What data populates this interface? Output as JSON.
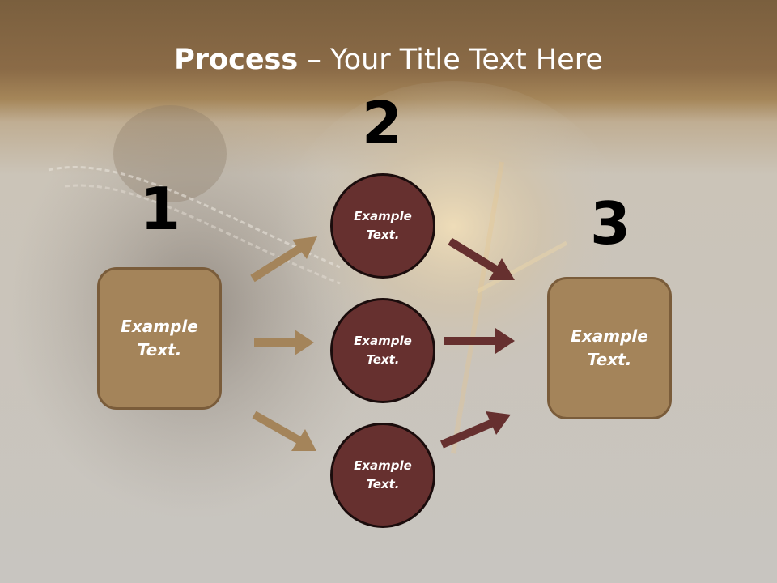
{
  "title": {
    "bold": "Process",
    "rest": " – Your Title Text Here"
  },
  "steps": {
    "one": {
      "number": "1",
      "label": "Example Text."
    },
    "two": {
      "number": "2",
      "top": "Example Text.",
      "middle": "Example Text.",
      "bottom": "Example Text."
    },
    "three": {
      "number": "3",
      "label": "Example Text."
    }
  },
  "colors": {
    "header_band": "#8a6a45",
    "box_fill": "#a4845a",
    "box_border": "#7a5c3a",
    "circle_fill": "#66302f",
    "arrow_tan": "#a4845a",
    "arrow_maroon": "#66302f"
  }
}
